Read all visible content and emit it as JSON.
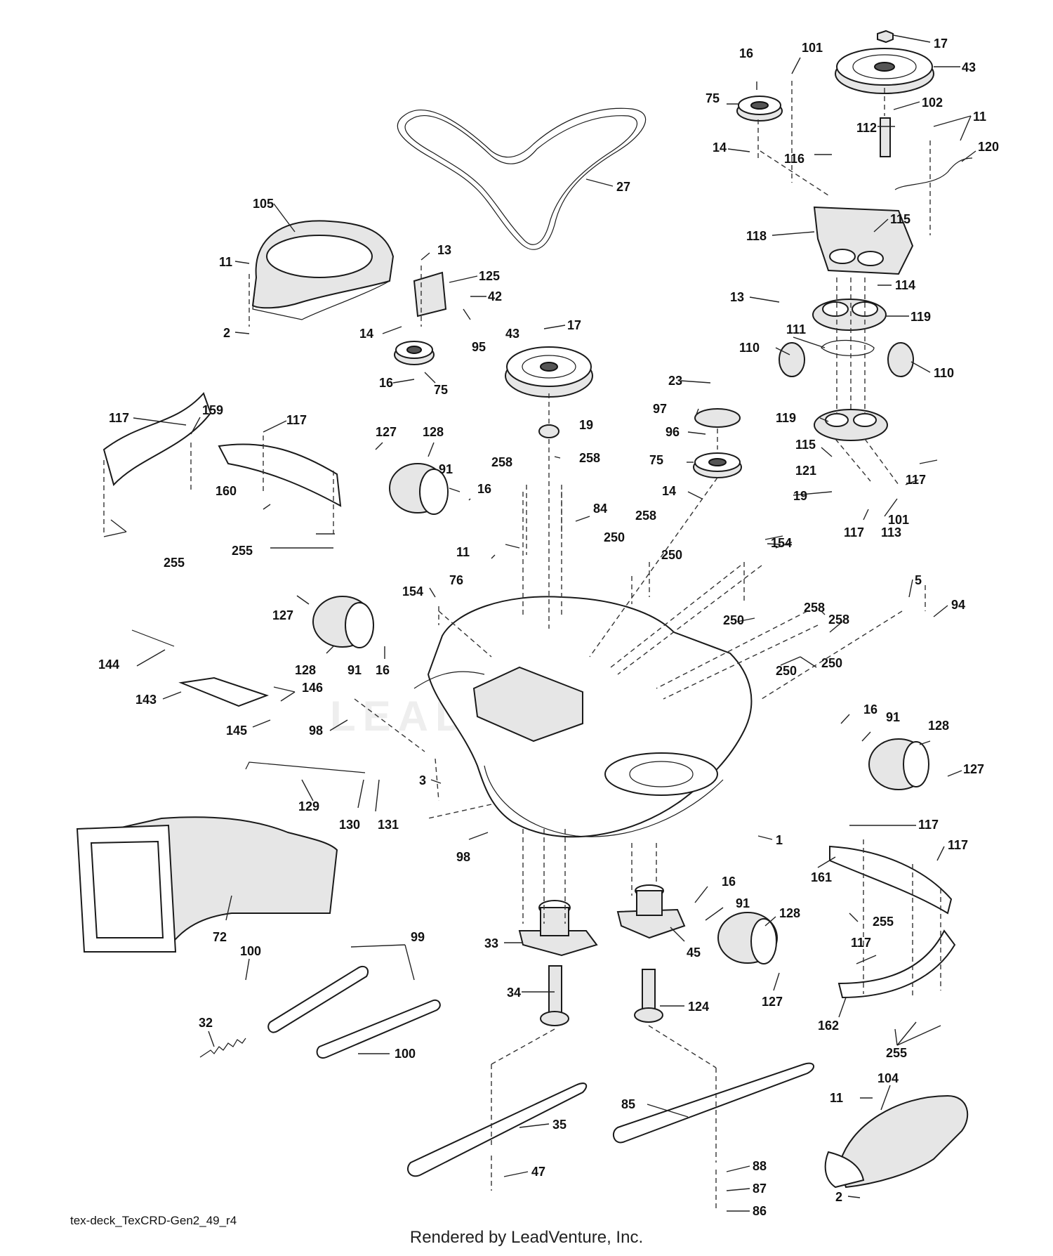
{
  "drawing_code": "tex-deck_TexCRD-Gen2_49_r4",
  "footer": "Rendered by LeadVenture, Inc.",
  "watermark": "LEADVENTURE",
  "callouts": [
    {
      "id": "c17a",
      "text": "17"
    },
    {
      "id": "c43a",
      "text": "43"
    },
    {
      "id": "c16a",
      "text": "16"
    },
    {
      "id": "c101a",
      "text": "101"
    },
    {
      "id": "c75a",
      "text": "75"
    },
    {
      "id": "c102",
      "text": "102"
    },
    {
      "id": "c112",
      "text": "112"
    },
    {
      "id": "c11a",
      "text": "11"
    },
    {
      "id": "c14a",
      "text": "14"
    },
    {
      "id": "c116",
      "text": "116"
    },
    {
      "id": "c120",
      "text": "120"
    },
    {
      "id": "c27",
      "text": "27"
    },
    {
      "id": "c105",
      "text": "105"
    },
    {
      "id": "c115a",
      "text": "115"
    },
    {
      "id": "c118",
      "text": "118"
    },
    {
      "id": "c11b",
      "text": "11"
    },
    {
      "id": "c13a",
      "text": "13"
    },
    {
      "id": "c125",
      "text": "125"
    },
    {
      "id": "c42",
      "text": "42"
    },
    {
      "id": "c114",
      "text": "114"
    },
    {
      "id": "c13b",
      "text": "13"
    },
    {
      "id": "c119a",
      "text": "119"
    },
    {
      "id": "c2a",
      "text": "2"
    },
    {
      "id": "c14b",
      "text": "14"
    },
    {
      "id": "c95",
      "text": "95"
    },
    {
      "id": "c17b",
      "text": "17"
    },
    {
      "id": "c43b",
      "text": "43"
    },
    {
      "id": "c111",
      "text": "111"
    },
    {
      "id": "c110a",
      "text": "110"
    },
    {
      "id": "c110b",
      "text": "110"
    },
    {
      "id": "c16b",
      "text": "16"
    },
    {
      "id": "c75b",
      "text": "75"
    },
    {
      "id": "c23",
      "text": "23"
    },
    {
      "id": "c117a",
      "text": "117"
    },
    {
      "id": "c159",
      "text": "159"
    },
    {
      "id": "c97",
      "text": "97"
    },
    {
      "id": "c119b",
      "text": "119"
    },
    {
      "id": "c117b",
      "text": "117"
    },
    {
      "id": "c19a",
      "text": "19"
    },
    {
      "id": "c96",
      "text": "96"
    },
    {
      "id": "c127a",
      "text": "127"
    },
    {
      "id": "c128a",
      "text": "128"
    },
    {
      "id": "c115b",
      "text": "115"
    },
    {
      "id": "c258a",
      "text": "258"
    },
    {
      "id": "c258b",
      "text": "258"
    },
    {
      "id": "c75c",
      "text": "75"
    },
    {
      "id": "c121",
      "text": "121"
    },
    {
      "id": "c117c",
      "text": "117"
    },
    {
      "id": "c91a",
      "text": "91"
    },
    {
      "id": "c16c",
      "text": "16"
    },
    {
      "id": "c160",
      "text": "160"
    },
    {
      "id": "c14c",
      "text": "14"
    },
    {
      "id": "c19b",
      "text": "19"
    },
    {
      "id": "c101b",
      "text": "101"
    },
    {
      "id": "c84",
      "text": "84"
    },
    {
      "id": "c258c",
      "text": "258"
    },
    {
      "id": "c117d",
      "text": "117"
    },
    {
      "id": "c113",
      "text": "113"
    },
    {
      "id": "c250a",
      "text": "250"
    },
    {
      "id": "c154a",
      "text": "154"
    },
    {
      "id": "c255a",
      "text": "255"
    },
    {
      "id": "c255b",
      "text": "255"
    },
    {
      "id": "c11c",
      "text": "11"
    },
    {
      "id": "c250b",
      "text": "250"
    },
    {
      "id": "c76",
      "text": "76"
    },
    {
      "id": "c5",
      "text": "5"
    },
    {
      "id": "c154b",
      "text": "154"
    },
    {
      "id": "c94",
      "text": "94"
    },
    {
      "id": "c127b",
      "text": "127"
    },
    {
      "id": "c258d",
      "text": "258"
    },
    {
      "id": "c258e",
      "text": "258"
    },
    {
      "id": "c250c",
      "text": "250"
    },
    {
      "id": "c128b",
      "text": "128"
    },
    {
      "id": "c250d",
      "text": "250"
    },
    {
      "id": "c250e",
      "text": "250"
    },
    {
      "id": "c91b",
      "text": "91"
    },
    {
      "id": "c16d",
      "text": "16"
    },
    {
      "id": "c144",
      "text": "144"
    },
    {
      "id": "c146",
      "text": "146"
    },
    {
      "id": "c143",
      "text": "143"
    },
    {
      "id": "c16e",
      "text": "16"
    },
    {
      "id": "c91c",
      "text": "91"
    },
    {
      "id": "c128c",
      "text": "128"
    },
    {
      "id": "c145",
      "text": "145"
    },
    {
      "id": "c98a",
      "text": "98"
    },
    {
      "id": "c127c",
      "text": "127"
    },
    {
      "id": "c3",
      "text": "3"
    },
    {
      "id": "c129",
      "text": "129"
    },
    {
      "id": "c130",
      "text": "130"
    },
    {
      "id": "c131",
      "text": "131"
    },
    {
      "id": "c1",
      "text": "1"
    },
    {
      "id": "c117e",
      "text": "117"
    },
    {
      "id": "c117f",
      "text": "117"
    },
    {
      "id": "c98b",
      "text": "98"
    },
    {
      "id": "c161",
      "text": "161"
    },
    {
      "id": "c16f",
      "text": "16"
    },
    {
      "id": "c91d",
      "text": "91"
    },
    {
      "id": "c128d",
      "text": "128"
    },
    {
      "id": "c255c",
      "text": "255"
    },
    {
      "id": "c72",
      "text": "72"
    },
    {
      "id": "c33",
      "text": "33"
    },
    {
      "id": "c45",
      "text": "45"
    },
    {
      "id": "c100a",
      "text": "100"
    },
    {
      "id": "c99",
      "text": "99"
    },
    {
      "id": "c127d",
      "text": "127"
    },
    {
      "id": "c117g",
      "text": "117"
    },
    {
      "id": "c34",
      "text": "34"
    },
    {
      "id": "c124",
      "text": "124"
    },
    {
      "id": "c162",
      "text": "162"
    },
    {
      "id": "c255d",
      "text": "255"
    },
    {
      "id": "c32",
      "text": "32"
    },
    {
      "id": "c100b",
      "text": "100"
    },
    {
      "id": "c104",
      "text": "104"
    },
    {
      "id": "c11d",
      "text": "11"
    },
    {
      "id": "c85",
      "text": "85"
    },
    {
      "id": "c35",
      "text": "35"
    },
    {
      "id": "c47",
      "text": "47"
    },
    {
      "id": "c88",
      "text": "88"
    },
    {
      "id": "c87",
      "text": "87"
    },
    {
      "id": "c2b",
      "text": "2"
    },
    {
      "id": "c86",
      "text": "86"
    }
  ]
}
